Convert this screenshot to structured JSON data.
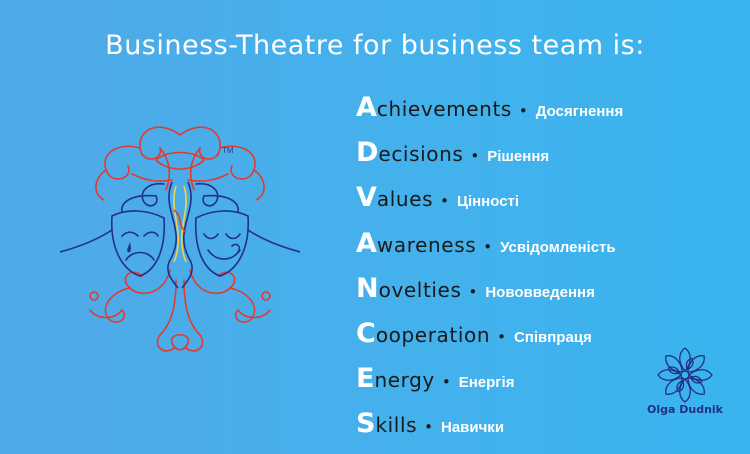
{
  "title": "Business-Theatre for business team is:",
  "logo": {
    "tm": "TM"
  },
  "items": [
    {
      "first": "A",
      "rest": "chievements",
      "uk": "Досягнення"
    },
    {
      "first": "D",
      "rest": "ecisions",
      "uk": "Рішення"
    },
    {
      "first": "V",
      "rest": "alues",
      "uk": "Цінності"
    },
    {
      "first": "A",
      "rest": "wareness",
      "uk": "Усвідомленість"
    },
    {
      "first": "N",
      "rest": "ovelties",
      "uk": "Нововведення"
    },
    {
      "first": "C",
      "rest": "ooperation",
      "uk": "Співпраця"
    },
    {
      "first": "E",
      "rest": "nergy",
      "uk": "Енергія"
    },
    {
      "first": "S",
      "rest": "kills",
      "uk": "Навички"
    }
  ],
  "bullet": "•",
  "author": {
    "name": "Olga Dudnik"
  },
  "colors": {
    "background": "#46b0ec",
    "accent_red": "#e33a2f",
    "accent_navy": "#233088",
    "accent_yellow": "#f5d33b"
  },
  "icons": [
    "theatre-tree-logo-icon",
    "mandala-flower-icon"
  ]
}
